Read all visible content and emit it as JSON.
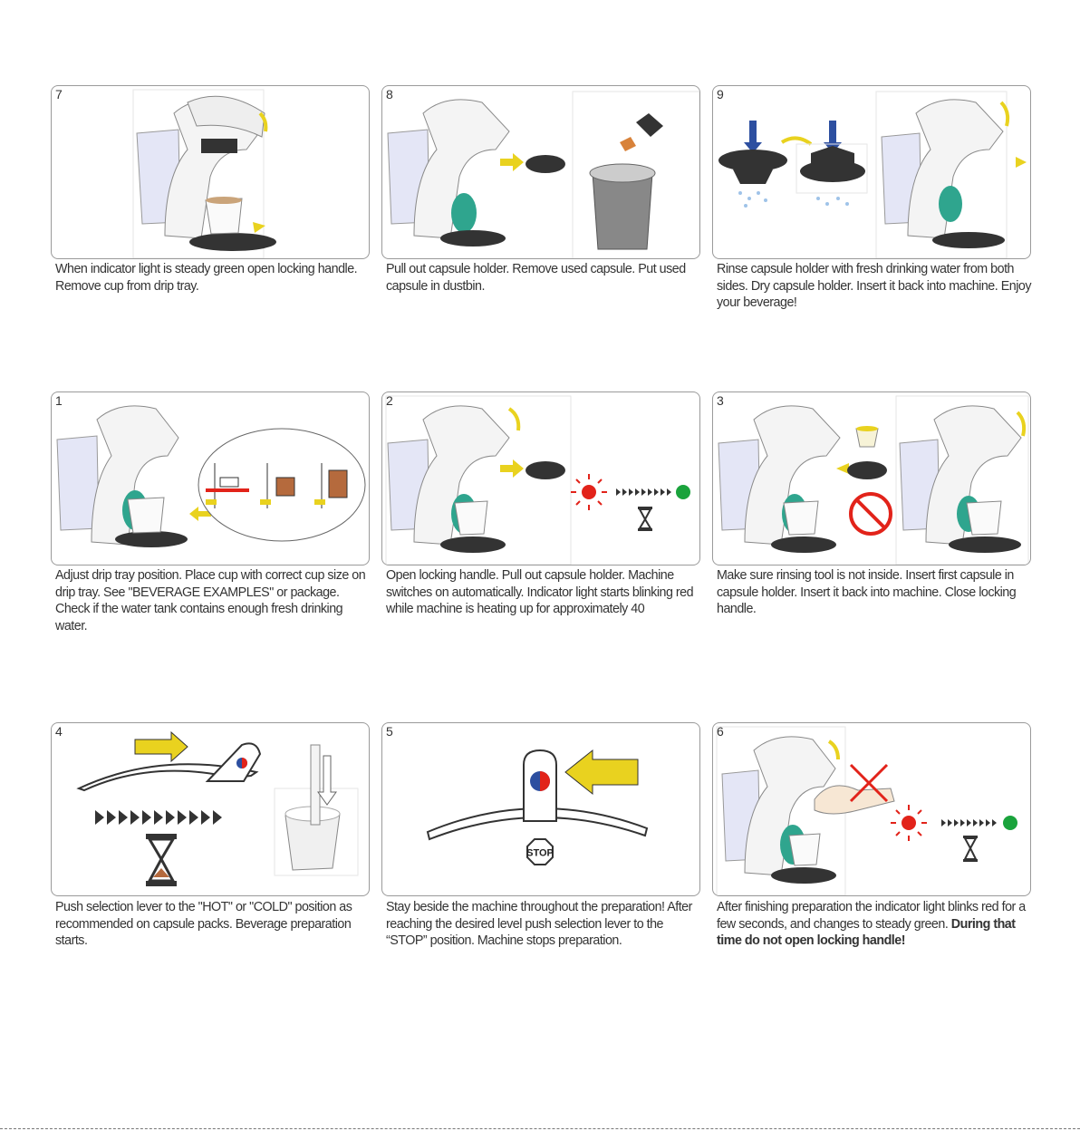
{
  "steps": [
    {
      "number": "7",
      "caption": "When indicator light is steady green open locking handle. Remove cup from drip tray."
    },
    {
      "number": "8",
      "caption": "Pull out capsule holder. Remove used capsule. Put used capsule in dustbin."
    },
    {
      "number": "9",
      "caption": "Rinse capsule holder with fresh drinking water from both sides. Dry capsule holder. Insert it back into machine. Enjoy your beverage!"
    },
    {
      "number": "1",
      "caption": "Adjust drip tray position. Place cup with correct cup size on drip tray. See \"BEVERAGE EXAMPLES\" or package. Check if the water tank contains enough fresh drinking water."
    },
    {
      "number": "2",
      "caption": "Open locking handle. Pull out capsule holder. Machine switches on automatically. Indicator light starts blinking red while machine is heating up for approximately 40"
    },
    {
      "number": "3",
      "caption": "Make sure rinsing tool is not inside. Insert first capsule in capsule holder. Insert it back into machine. Close locking handle."
    },
    {
      "number": "4",
      "caption": "Push selection lever to the \"HOT\" or \"COLD\" position as recommended on capsule packs. Beverage preparation starts."
    },
    {
      "number": "5",
      "caption": "Stay beside the machine throughout the preparation! After reaching the desired level push selection lever to the “STOP” position. Machine stops preparation."
    },
    {
      "number": "6",
      "caption_plain": "After finishing preparation the indicator light blinks red for a few seconds, and changes to steady green. ",
      "caption_bold": "During that time do not open locking handle!"
    }
  ],
  "labels": {
    "stop": "STOP"
  },
  "colors": {
    "arrow_yellow": "#e9d21f",
    "red_light": "#e2231a",
    "green_light": "#1aa33c",
    "blue_arrow": "#2d4fa0",
    "machine_accent": "#2fa58e"
  }
}
